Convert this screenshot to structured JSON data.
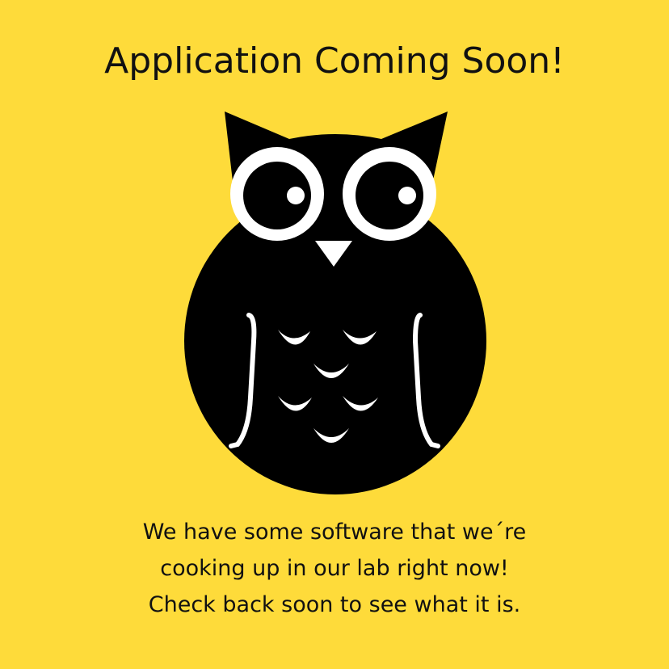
{
  "title": "Application Coming Soon!",
  "illustration": {
    "icon": "owl-icon",
    "colors": {
      "body": "#000000",
      "eyes": "#ffffff",
      "background": "#fedb3a"
    }
  },
  "message": {
    "lines": [
      "We have some software that we´re",
      "cooking up in our lab right now!",
      "Check back soon to see what it is."
    ]
  }
}
